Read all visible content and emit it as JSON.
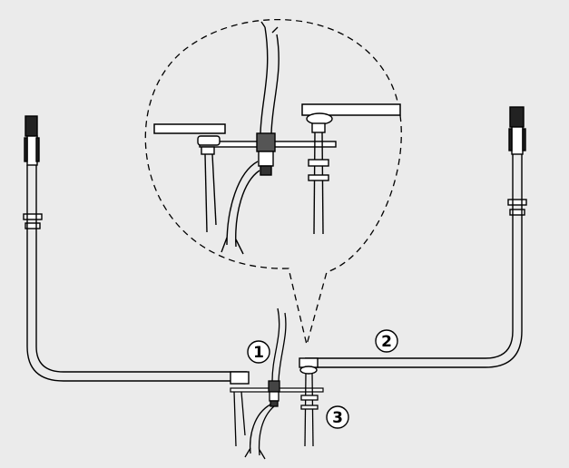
{
  "diagram": {
    "background": "#ebebeb",
    "stroke_color": "#000000",
    "callouts": [
      {
        "label": "1"
      },
      {
        "label": "2"
      },
      {
        "label": "3"
      }
    ]
  }
}
